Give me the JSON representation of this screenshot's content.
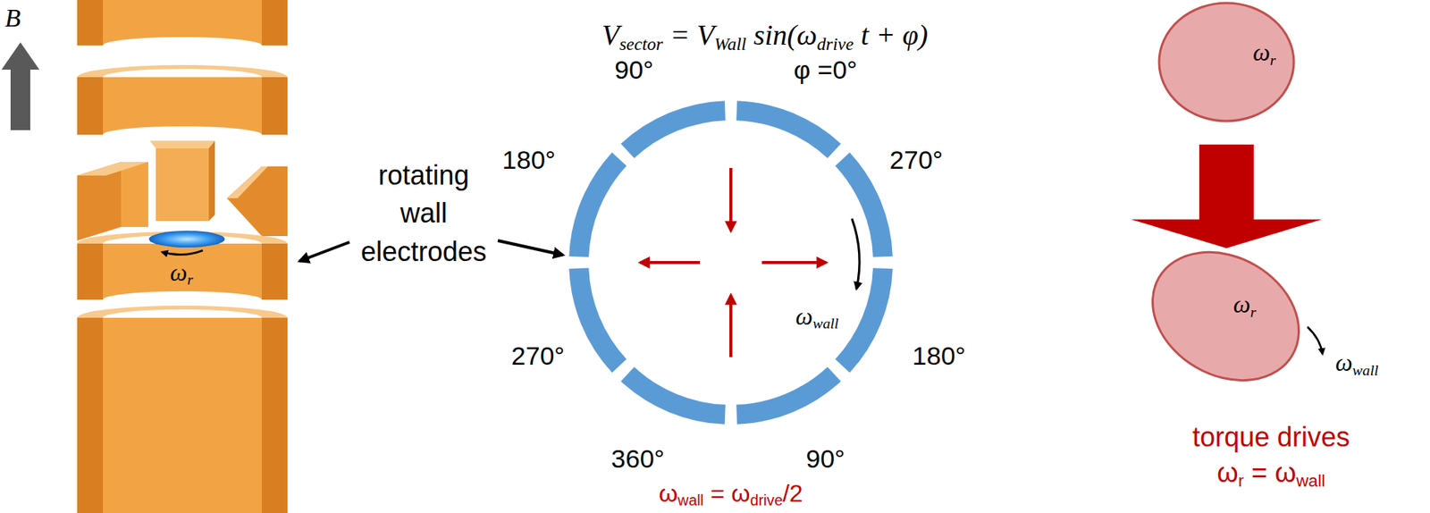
{
  "diagram": {
    "nodes": [
      {
        "text": [
          "ωr"
        ]
      },
      {
        "text": [
          "ωr",
          "ωwall"
        ]
      }
    ],
    "edges": [
      {
        "from": 0,
        "to": 1,
        "arrow": "to"
      }
    ],
    "labels": [
      "B⃗",
      "ωr",
      "rotating wall electrodes",
      "Vsector = VWall sin(ωdrive t + φ)",
      "90°",
      "φ =0°",
      "270°",
      "180°",
      "180°",
      "270°",
      "360°",
      "90°",
      "ωwall",
      "ωwall = ωdrive/2",
      "torque drives ωr = ωwall"
    ]
  }
}
